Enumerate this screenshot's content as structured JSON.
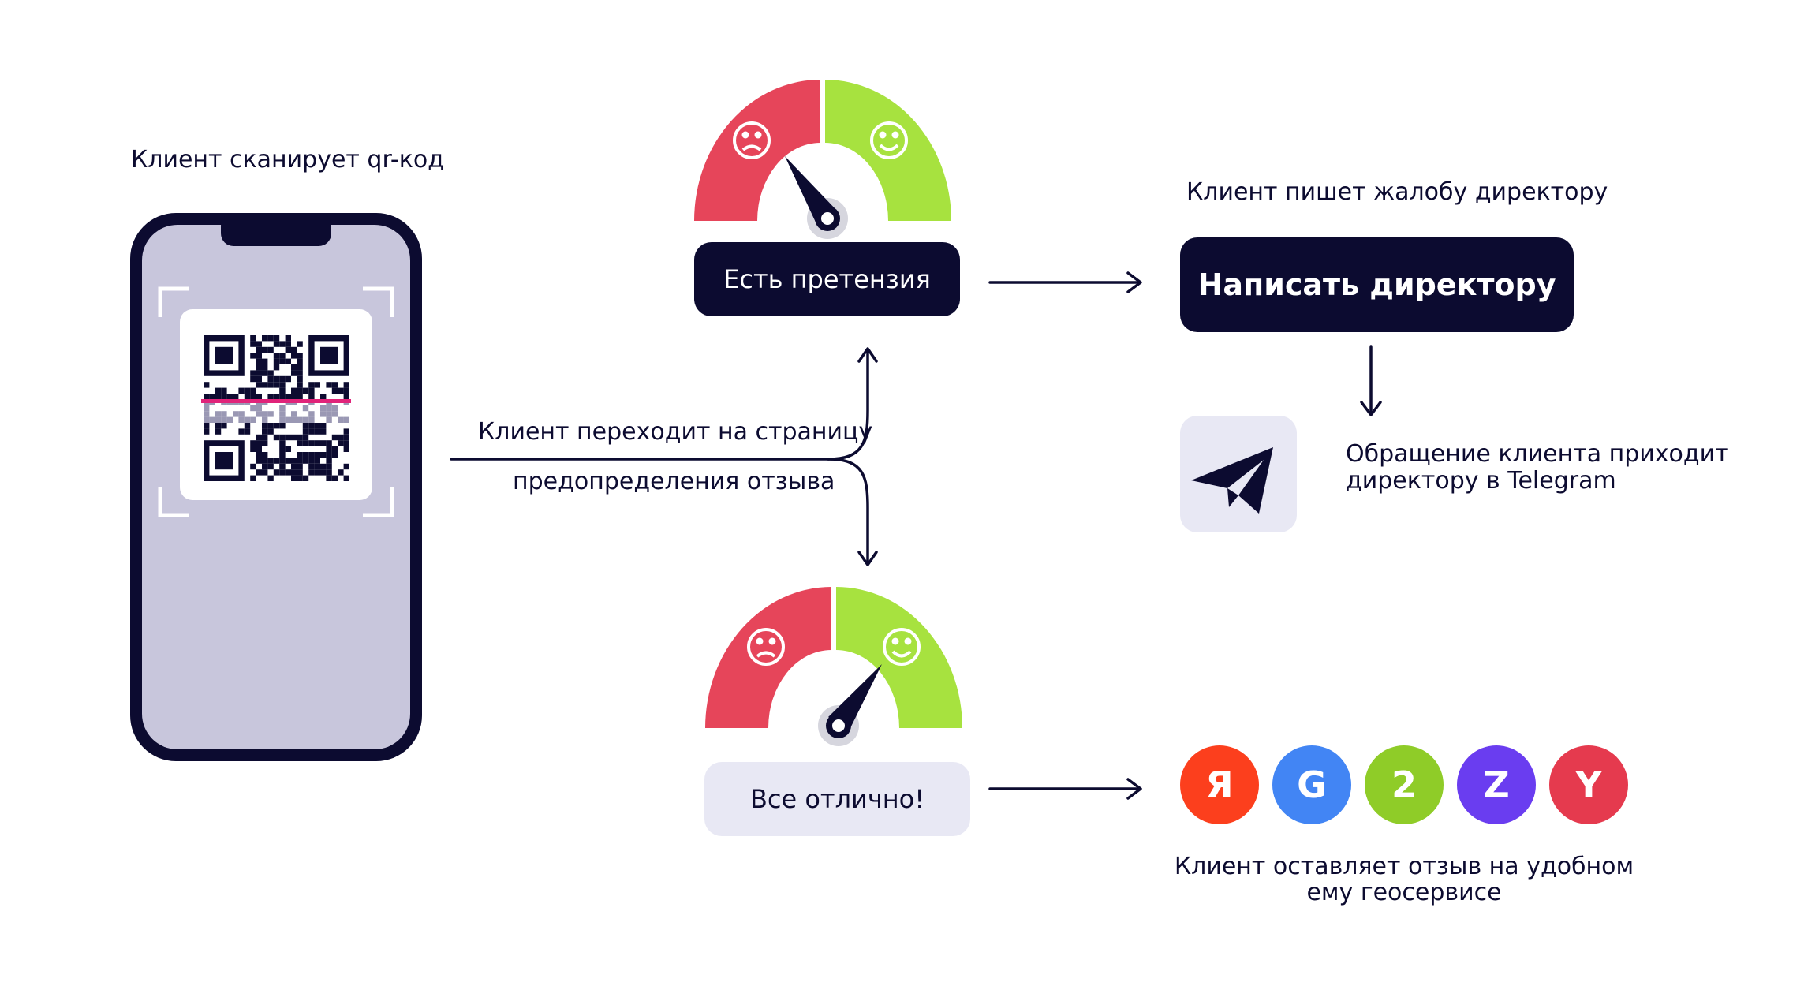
{
  "labels": {
    "scan": "Клиент сканирует qr-код",
    "goto_line1": "Клиент переходит на страницу",
    "goto_line2": "предопределения отзыва",
    "complaint_writes": "Клиент пишет жалобу директору",
    "telegram_line1": "Обращение клиента приходит",
    "telegram_line2": "директору в Telegram",
    "review_line1": "Клиент оставляет отзыв на удобном",
    "review_line2": "ему геосервисе"
  },
  "buttons": {
    "claim": "Есть претензия",
    "write_director": "Написать директору",
    "all_good": "Все отлично!"
  },
  "services": [
    {
      "glyph": "Я",
      "color": "#fc3f1d",
      "icon": "yandex-icon"
    },
    {
      "glyph": "G",
      "color": "#4285f4",
      "icon": "google-icon"
    },
    {
      "glyph": "2",
      "color": "#8fcc28",
      "icon": "2gis-icon"
    },
    {
      "glyph": "Z",
      "color": "#6a3df0",
      "icon": "zoon-icon"
    },
    {
      "glyph": "Y",
      "color": "#e53a4e",
      "icon": "yell-icon"
    }
  ],
  "colors": {
    "dark": "#0c0b30",
    "red": "#e6455a",
    "green": "#a7e23f",
    "light": "#e8e8f4",
    "phone_screen": "#c8c6dc",
    "scan_line": "#e0247a"
  }
}
